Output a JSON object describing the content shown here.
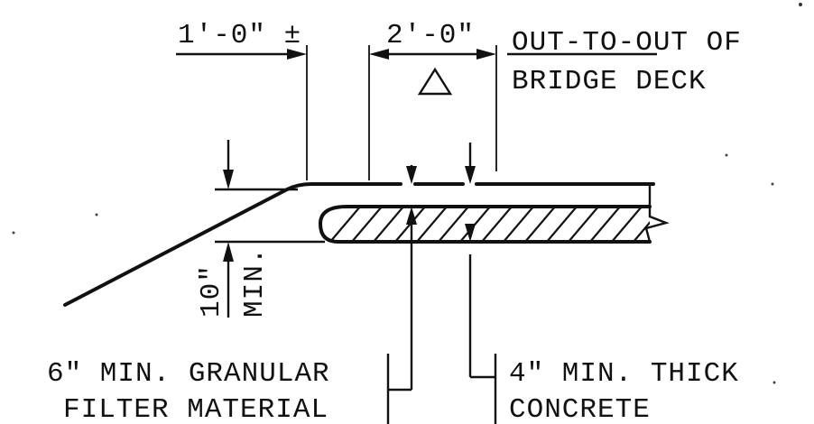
{
  "labels": {
    "dim_one_foot": "1'-0\" ±",
    "dim_two_feet": "2'-0\"",
    "out_to_out_line1": "OUT-TO-OUT OF",
    "out_to_out_line2": "BRIDGE DECK",
    "ten_inch": "10\"",
    "min_vertical": "MIN.",
    "granular_line1": "6\" MIN. GRANULAR",
    "granular_line2": "FILTER MATERIAL",
    "concrete_line1": "4\" MIN. THICK",
    "concrete_line2": "CONCRETE"
  },
  "symbols": {
    "revision_triangle": "triangle-icon"
  }
}
